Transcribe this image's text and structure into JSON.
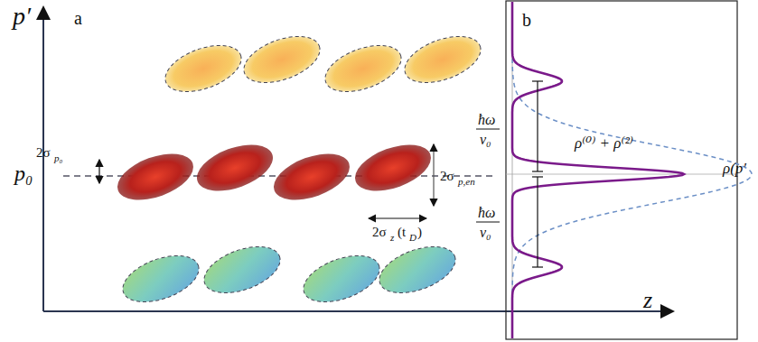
{
  "diagram": {
    "labels": [
      "p′",
      "a",
      "z",
      "p₀",
      "2σ",
      "p₀",
      "2σ",
      "p,en",
      "2σ",
      "z",
      "(t",
      "D",
      ")",
      "b",
      "ħω",
      "v₀",
      "ħω",
      "v₀",
      "ρ⁽⁰⁾ + ρ⁽²⁾",
      "ρ(p′"
    ]
  }
}
